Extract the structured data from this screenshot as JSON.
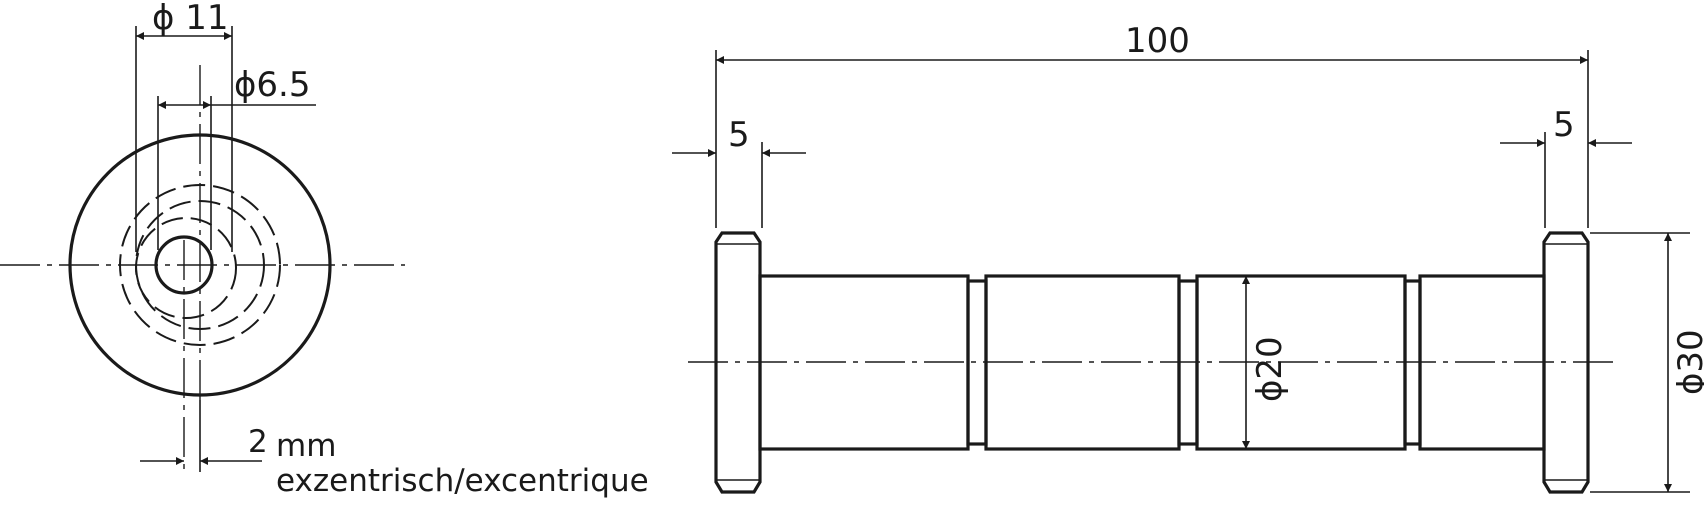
{
  "front_view": {
    "outer_diameter_label": "ϕ 11",
    "inner_diameter_label": "ϕ6.5",
    "offset_value": "2",
    "offset_unit": "mm",
    "offset_note": "exzentrisch/excentrique"
  },
  "side_view": {
    "length_label": "100",
    "left_flange_label": "5",
    "right_flange_label": "5",
    "shaft_diameter_label": "ϕ20",
    "flange_diameter_label": "ϕ30"
  }
}
